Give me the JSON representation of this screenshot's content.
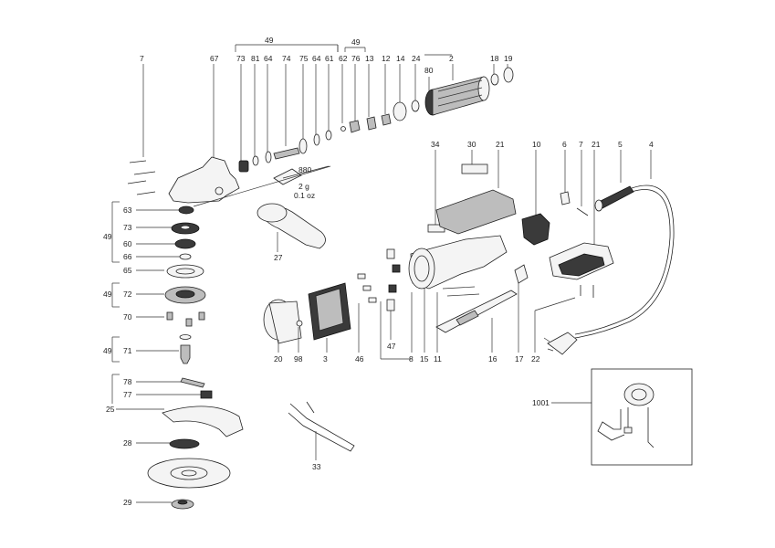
{
  "labels": {
    "l49_top": "49",
    "l49_top2": "49",
    "l7": "7",
    "l67": "67",
    "l73": "73",
    "l81": "81",
    "l64a": "64",
    "l74": "74",
    "l75": "75",
    "l64b": "64",
    "l61": "61",
    "l62": "62",
    "l76": "76",
    "l13": "13",
    "l12": "12",
    "l14": "14",
    "l24": "24",
    "l80": "80",
    "l2": "2",
    "l18": "18",
    "l19": "19",
    "l880": "880",
    "l2g": "2 g",
    "l01oz": "0.1 oz",
    "l63": "63",
    "l73b": "73",
    "l60": "60",
    "l66": "66",
    "l49_left": "49",
    "l65": "65",
    "l72": "72",
    "l49_l2": "49",
    "l70": "70",
    "l71": "71",
    "l49_l3": "49",
    "l78": "78",
    "l77": "77",
    "l25": "25",
    "l28": "28",
    "l29": "29",
    "l27": "27",
    "l20": "20",
    "l98": "98",
    "l3": "3",
    "l46": "46",
    "l47": "47",
    "l8": "8",
    "l15": "15",
    "l11": "11",
    "l16": "16",
    "l17": "17",
    "l22": "22",
    "l34": "34",
    "l30": "30",
    "l21a": "21",
    "l10": "10",
    "l6": "6",
    "l7b": "7",
    "l21b": "21",
    "l5": "5",
    "l4": "4",
    "l1001": "1001",
    "l33": "33"
  }
}
